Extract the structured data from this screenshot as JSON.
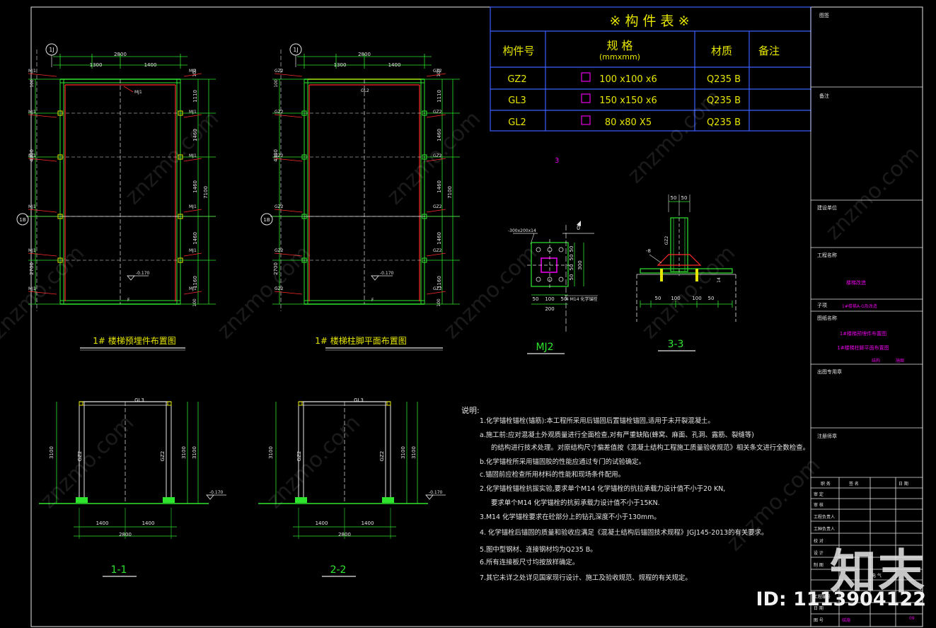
{
  "colors": {
    "green": "#2ee62e",
    "white": "#e6e6e6",
    "yellow": "#e6e600",
    "magenta": "#e600e6",
    "cyan": "#00cccc",
    "red": "#ff2a2a",
    "blue": "#3a5fff",
    "title_table": "#3a5fff"
  },
  "table": {
    "title": "※ 构 件 表 ※",
    "headers": {
      "id": "构件号",
      "spec": "规 格",
      "spec_unit": "(mmxmm)",
      "material": "材质",
      "note": "备注"
    },
    "rows": [
      {
        "id": "GZ2",
        "spec": "100 x100 x6",
        "material": "Q235 B"
      },
      {
        "id": "GL3",
        "spec": "150 x150 x6",
        "material": "Q235 B"
      },
      {
        "id": "GL2",
        "spec": "80 x80 X5",
        "material": "Q235 B"
      }
    ]
  },
  "plan1": {
    "title": "1# 楼梯预埋件布置图",
    "axis_top": "1J",
    "axis_left": "1B",
    "dim_total": "2800",
    "dim_a": "1300",
    "dim_b": "1400",
    "dim_c": "100",
    "side_total": "4300",
    "side_total2": "7100",
    "side_bottom": "2700",
    "segs": [
      "1110",
      "1460",
      "1460",
      "1460",
      "1160"
    ],
    "mark": "MJ1",
    "level": "-0.170"
  },
  "plan2": {
    "title": "1# 楼梯柱脚平面布置图",
    "axis_top": "1J",
    "axis_left": "1B",
    "dim_total": "2800",
    "dim_a": "1300",
    "dim_b": "1400",
    "side_total": "4300",
    "side_total2": "7100",
    "side_bottom": "2700",
    "segs": [
      "1110",
      "1460",
      "1460",
      "1460",
      "1160"
    ],
    "col": "GZ2",
    "beam": "GL2",
    "level": "-0.170"
  },
  "mj2": {
    "title": "MJ2",
    "top": "-300x200x14",
    "bolt": "4 M14 化学锚栓",
    "dims_bottom": [
      "50",
      "100",
      "50"
    ],
    "total": "200",
    "left": "300",
    "right_dims": [
      "50",
      "50",
      "50",
      "50"
    ],
    "side": "300",
    "level": "0"
  },
  "sec33": {
    "title": "3-3",
    "top": [
      "50",
      "50"
    ],
    "col": "GZ2",
    "plate": "-8",
    "base": [
      "50",
      "100",
      "100",
      "50"
    ],
    "h": "14"
  },
  "sec11": {
    "title": "1-1",
    "beam": "GL3",
    "col_l": "GZ2",
    "col_r": "GZ2",
    "h1": "3100",
    "h2": "3100",
    "left": "3100",
    "dims": [
      "1400",
      "1400"
    ],
    "total": "2800",
    "level": "-0.170"
  },
  "sec22": {
    "title": "2-2",
    "beam": "GL3",
    "col_l": "GZ2",
    "col_r": "GZ2",
    "h1": "3100",
    "h2": "3100",
    "left": "3100",
    "dims": [
      "1400",
      "1400"
    ],
    "total": "2800",
    "level": "-0.170"
  },
  "label_3": "3",
  "notes": {
    "heading": "说明:",
    "lines": [
      "1.化学锚栓锚栓(锚筋):本工程所采用后锚固后置锚栓锚固,适用于未开裂混凝土。",
      "a.施工前:应对混凝土外观质量进行全面检查,对有严重缺陷(蜂窝、麻面、孔洞、露筋、裂缝等)",
      "的结构进行技术处理。对原结构尺寸偏差值按《混凝土结构工程施工质量验收规范》相关条文进行全数检查。",
      "b.化学锚栓所采用锚固胶的性能应通过专门的试验确定。",
      "c.锚固前应检查所用材料的性能和现场条件配用。",
      "2.化学锚栓锚栓抗拔实验,要求单个M14 化学锚栓的抗拉承载力设计值不小于20 KN,",
      "要求单个M14 化学锚栓的抗剪承载力设计值不小于15KN.",
      "3.M14 化学锚栓要求在砼部分上的钻孔深度不小于130mm。",
      "4. 化学锚栓后锚固的质量和验收应满足《混凝土结构后锚固技术规程》JGJ145-2013的有关要求。",
      "5.图中型钢材、连接钢材均为Q235 B。",
      "6.所有连接板尺寸均按放样确定。",
      "7.其它未详之处详见国家现行设计、施工及验收规范、规程的有关规定。"
    ]
  },
  "titleblock": {
    "r1": "图签",
    "r2": "备注",
    "r3": "建设单位",
    "r4": "工程名称",
    "project": "楼梯改造",
    "r5": "子项",
    "r5v": "1#楼梯A-G及改造",
    "r6": "图纸名称",
    "name1": "1#楼梯预埋件布置图",
    "name2": "1#楼梯柱脚平面布置图",
    "sub1": "结构",
    "sub2": "施图",
    "r7": "出图专用章",
    "r8": "注册师章",
    "sign_hdr": [
      "职 务",
      "签 名",
      "日 期"
    ],
    "sign_rows": [
      "审 定",
      "审 核",
      "工程负责人",
      "工种负责人",
      "校 对",
      "设 计",
      "制 图"
    ],
    "sheet": [
      "电 气",
      "结施",
      "09"
    ],
    "bottom": [
      "工程编号",
      "日 期",
      "图 号"
    ]
  },
  "watermark": {
    "brand": "知末",
    "id": "ID: 1113904122",
    "site": "znzmo.com"
  }
}
